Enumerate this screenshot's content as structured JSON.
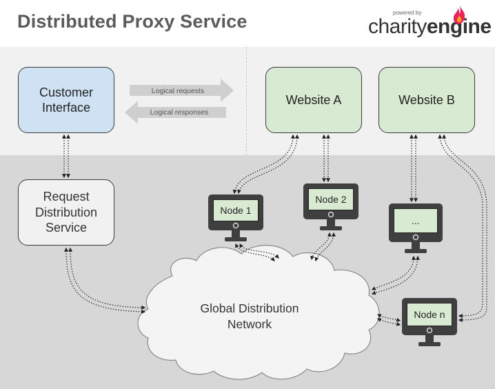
{
  "header": {
    "title": "Distributed Proxy Service",
    "logo_powered": "powered by",
    "logo_charity": "charity",
    "logo_engine": "engine"
  },
  "boxes": {
    "customer_interface": "Customer\nInterface",
    "request_distribution": "Request\nDistribution\nService",
    "website_a": "Website A",
    "website_b": "Website B"
  },
  "arrows": {
    "logical_requests": "Logical requests",
    "logical_responses": "Logical responses"
  },
  "nodes": {
    "node1": "Node 1",
    "node2": "Node 2",
    "node_ellipsis": "...",
    "node_n": "Node n"
  },
  "network": {
    "label": "Global Distribution\nNetwork"
  },
  "colors": {
    "customer_fill": "#cfe2f3",
    "website_fill": "#d9ead3",
    "band_top": "#f1f1f1",
    "band_bottom": "#d7d7d7",
    "monitor_body": "#3f3f3f",
    "flame": "#e8225a"
  },
  "icons": [
    "monitor-icon",
    "flame-icon",
    "arrow-right-icon",
    "arrow-left-icon",
    "cloud-shape"
  ]
}
